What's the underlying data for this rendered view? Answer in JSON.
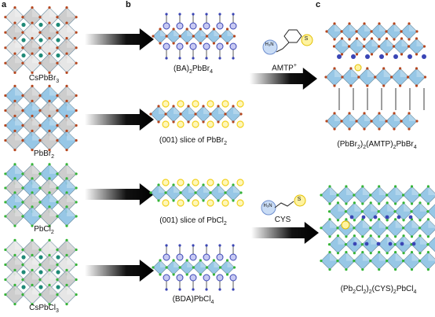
{
  "panels": {
    "a": "a",
    "b": "b",
    "c": "c"
  },
  "labels": {
    "cspbbr3": {
      "pre": "CsPbBr",
      "s1": "3"
    },
    "pbbr2": {
      "pre": "PbBr",
      "s1": "2"
    },
    "pbcl2": {
      "pre": "PbCl",
      "s1": "2"
    },
    "cspbcl3": {
      "pre": "CsPbCl",
      "s1": "3"
    },
    "ba2pbbr4": {
      "pre": "(BA)",
      "s1": "2",
      "mid": "PbBr",
      "s2": "4"
    },
    "slice_pbbr2": {
      "pre": "(001) slice of PbBr",
      "s1": "2"
    },
    "slice_pbcl2": {
      "pre": "(001) slice of PbCl",
      "s1": "2"
    },
    "bdapbcl4": {
      "pre": "(BDA)PbCl",
      "s1": "4"
    },
    "amtp_product": {
      "a": "(PbBr",
      "s1": "2",
      "b": ")",
      "s2": "2",
      "c": "(AMTP)",
      "s3": "2",
      "d": "PbBr",
      "s4": "4"
    },
    "cys_product": {
      "a": "(Pb",
      "s1": "2",
      "b": "Cl",
      "s2": "2",
      "c": ")",
      "s3": "2",
      "d": "(CYS)",
      "s4": "2",
      "e": "PbCl",
      "s5": "4"
    }
  },
  "molecules": {
    "amtp": {
      "name": "AMTP",
      "sup": "+",
      "n_label": "H₃N",
      "s_label": "S"
    },
    "cys": {
      "name": "CYS",
      "n_label": "H₃N",
      "s_label": "S"
    }
  },
  "colors": {
    "octahedron_blue": "#8fc3e4",
    "octahedron_grey": "#c9c9c9",
    "bromine": "#b5461e",
    "chlorine": "#35b437",
    "cesium": "#1f8a78",
    "sulfur_ring": "#f2d21f",
    "nitrogen": "#3a45b5"
  }
}
